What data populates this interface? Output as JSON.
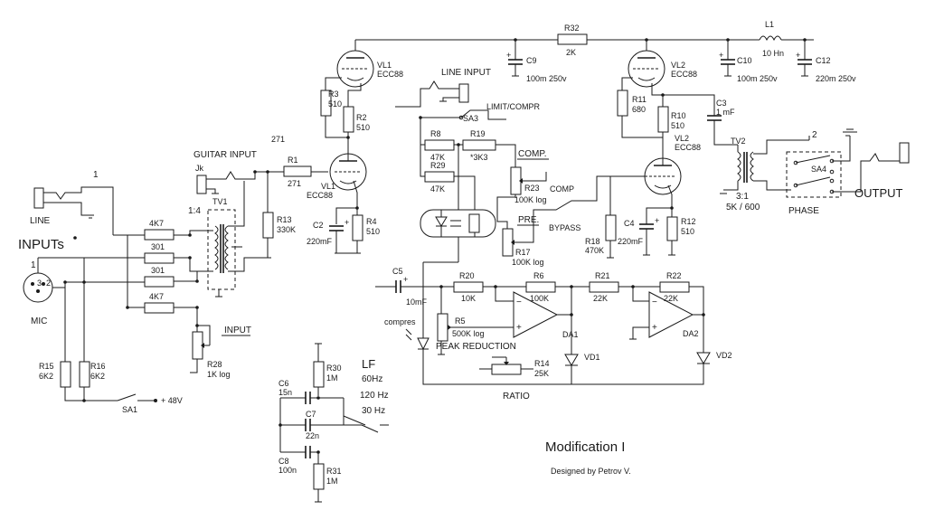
{
  "labels": {
    "line_label": "LINE",
    "inputs_label": "INPUTs",
    "mic_label": "MIC",
    "guitar_input": "GUITAR INPUT",
    "jk": "Jk",
    "ratio_1_4": "1:4",
    "tv1": "TV1",
    "n1": "1",
    "n271": "271",
    "r4k7a": "4K7",
    "r301a": "301",
    "r301b": "301",
    "r4k7b": "4K7",
    "r15": "R15",
    "r15v": "6K2",
    "r16": "R16",
    "r16v": "6K2",
    "sa1": "SA1",
    "plus48": "+ 48V",
    "input_ctrl": "INPUT",
    "r28": "R28",
    "r28v": "1K log",
    "r1": "R1",
    "r1v": "271",
    "r13": "R13",
    "r13v": "330K",
    "vl1a": "VL1",
    "vl1av": "ECC88",
    "vl1b": "VL1",
    "vl1bv": "ECC88",
    "r3": "R3",
    "r3v": "510",
    "r2": "R2",
    "r2v": "510",
    "c2": "C2",
    "c2v": "220mF",
    "r4": "R4",
    "r4v": "510",
    "line_input": "LINE INPUT",
    "limit_compr": "LIMIT/COMPR",
    "sa3": "SA3",
    "r8": "R8",
    "r8v": "47K",
    "r19": "R19",
    "r19v": "*3K3",
    "r29": "R29",
    "r29v": "47K",
    "comp_ul": "COMP.",
    "comp": "COMP",
    "r23": "R23",
    "r23v": "100K log",
    "pre": "PRE.",
    "bypass": "BYPASS",
    "r17": "R17",
    "r17v": "100K log",
    "r32": "R32",
    "r32v": "2K",
    "c9": "C9",
    "c9v": "100m 250v",
    "l1": "L1",
    "l1v": "10 Hn",
    "c10": "C10",
    "c10v": "100m 250v",
    "c12": "C12",
    "c12v": "220m 250v",
    "vl2a": "VL2",
    "vl2av": "ECC88",
    "r11": "R11",
    "r11v": "680",
    "r10": "R10",
    "r10v": "510",
    "c3": "C3",
    "c3v": "1 mF",
    "vl2b": "VL2",
    "vl2bv": "ECC88",
    "tv2": "TV2",
    "ratio_3_1": "3:1",
    "imp": "5K / 600",
    "n2": "2",
    "sa4": "SA4",
    "phase": "PHASE",
    "output": "OUTPUT",
    "r18": "R18",
    "r18v": "470K",
    "c4": "C4",
    "c4v": "220mF",
    "r12": "R12",
    "r12v": "510",
    "c5": "C5",
    "c5v": "10mF",
    "r20": "R20",
    "r20v": "10K",
    "r6": "R6",
    "r6v": "100K",
    "r21": "R21",
    "r21v": "22K",
    "r22": "R22",
    "r22v": "22K",
    "compres": "compres",
    "r5": "R5",
    "r5v": "500K log",
    "peak": "PEAK REDUCTION",
    "da1": "DA1",
    "da2": "DA2",
    "vd1": "VD1",
    "vd2": "VD2",
    "r14": "R14",
    "r14v": "25K",
    "ratio": "RATIO",
    "lf": "LF",
    "f60": "60Hz",
    "f120": "120 Hz",
    "f30": "30 Hz",
    "c6": "C6",
    "c6v": "15n",
    "c7": "C7",
    "c7v": "22n",
    "c8": "C8",
    "c8v": "100n",
    "r30": "R30",
    "r30v": "1M",
    "r31": "R31",
    "r31v": "1M",
    "pin1": "1",
    "pin2": "2",
    "pin3": "3",
    "op_minus_1": "−",
    "op_plus_1": "+",
    "op_minus_2": "−",
    "op_plus_2": "+",
    "title": "Modification I",
    "credit": "Designed by Petrov V."
  }
}
